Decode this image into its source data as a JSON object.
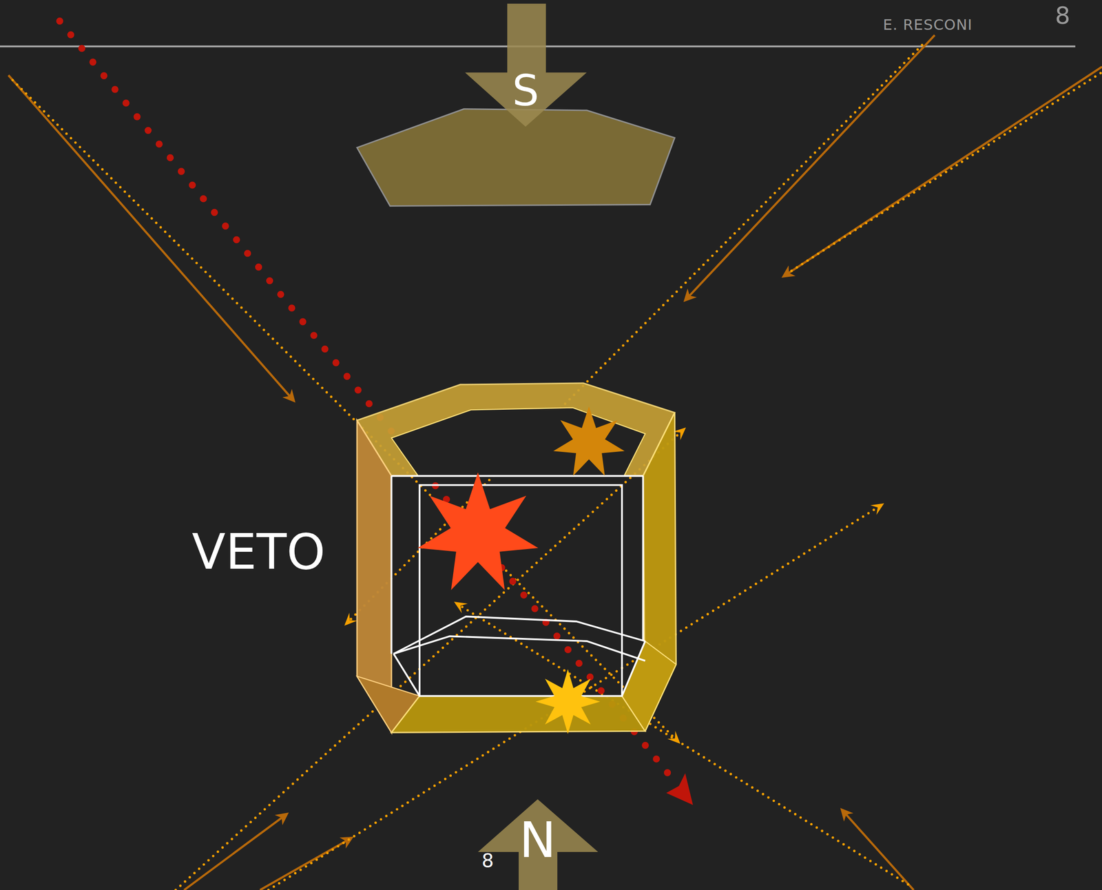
{
  "diagram": {
    "nodes": [
      {
        "text": [
          "S"
        ]
      },
      {
        "text": [
          "N"
        ]
      }
    ],
    "labels": [
      "E. RESCONI",
      "8",
      "VETO",
      "8"
    ]
  }
}
